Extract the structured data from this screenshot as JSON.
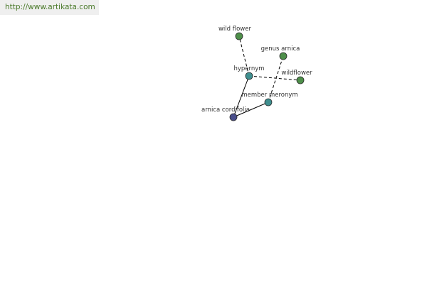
{
  "header": {
    "url_text": "http://www.artikata.com"
  },
  "graph": {
    "colors": {
      "root": "#4a4f8c",
      "relation": "#3f8f8f",
      "leaf": "#4e8f4a",
      "edge": "#000000",
      "link": "#4a7a2a"
    },
    "nodes": [
      {
        "id": "arnica-cordifolia",
        "label": "arnica cordifolia",
        "kind": "root"
      },
      {
        "id": "hypernym",
        "label": "hypernym",
        "kind": "relation"
      },
      {
        "id": "member-meronym",
        "label": "member meronym",
        "kind": "relation"
      },
      {
        "id": "wild-flower",
        "label": "wild flower",
        "kind": "leaf"
      },
      {
        "id": "wildflower",
        "label": "wildflower",
        "kind": "leaf"
      },
      {
        "id": "genus-arnica",
        "label": "genus arnica",
        "kind": "leaf"
      }
    ],
    "edges": [
      {
        "from": "arnica-cordifolia",
        "to": "hypernym",
        "style": "solid"
      },
      {
        "from": "arnica-cordifolia",
        "to": "member-meronym",
        "style": "solid"
      },
      {
        "from": "hypernym",
        "to": "wild-flower",
        "style": "dashed"
      },
      {
        "from": "hypernym",
        "to": "wildflower",
        "style": "dashed"
      },
      {
        "from": "member-meronym",
        "to": "genus-arnica",
        "style": "dashed"
      }
    ]
  }
}
